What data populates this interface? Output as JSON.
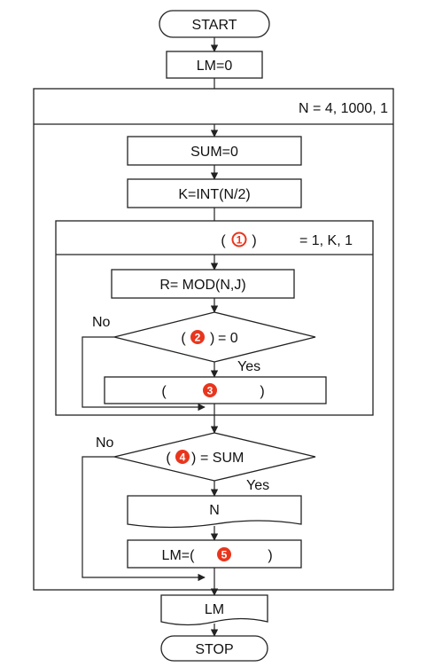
{
  "flowchart": {
    "start": "START",
    "stop": "STOP",
    "init_lm": "LM=0",
    "outer_loop": "N = 4, 1000, 1",
    "sum_init": "SUM=0",
    "k_assign": "K=INT(N/2)",
    "inner_loop": {
      "marker": "1",
      "text": "= 1, K, 1"
    },
    "r_assign": "R= MOD(N,J)",
    "cond1": {
      "marker": "2",
      "text": "= 0",
      "no": "No",
      "yes": "Yes"
    },
    "stmt3": {
      "open": "(",
      "marker": "3",
      "close": ")"
    },
    "cond2": {
      "marker": "4",
      "text": "= SUM",
      "no": "No",
      "yes": "Yes"
    },
    "output_n": "N",
    "lm_assign": {
      "prefix": "LM=(",
      "marker": "5",
      "close": ")"
    },
    "output_lm": "LM"
  },
  "colors": {
    "marker_red": "#e8361d",
    "line": "#222222"
  }
}
